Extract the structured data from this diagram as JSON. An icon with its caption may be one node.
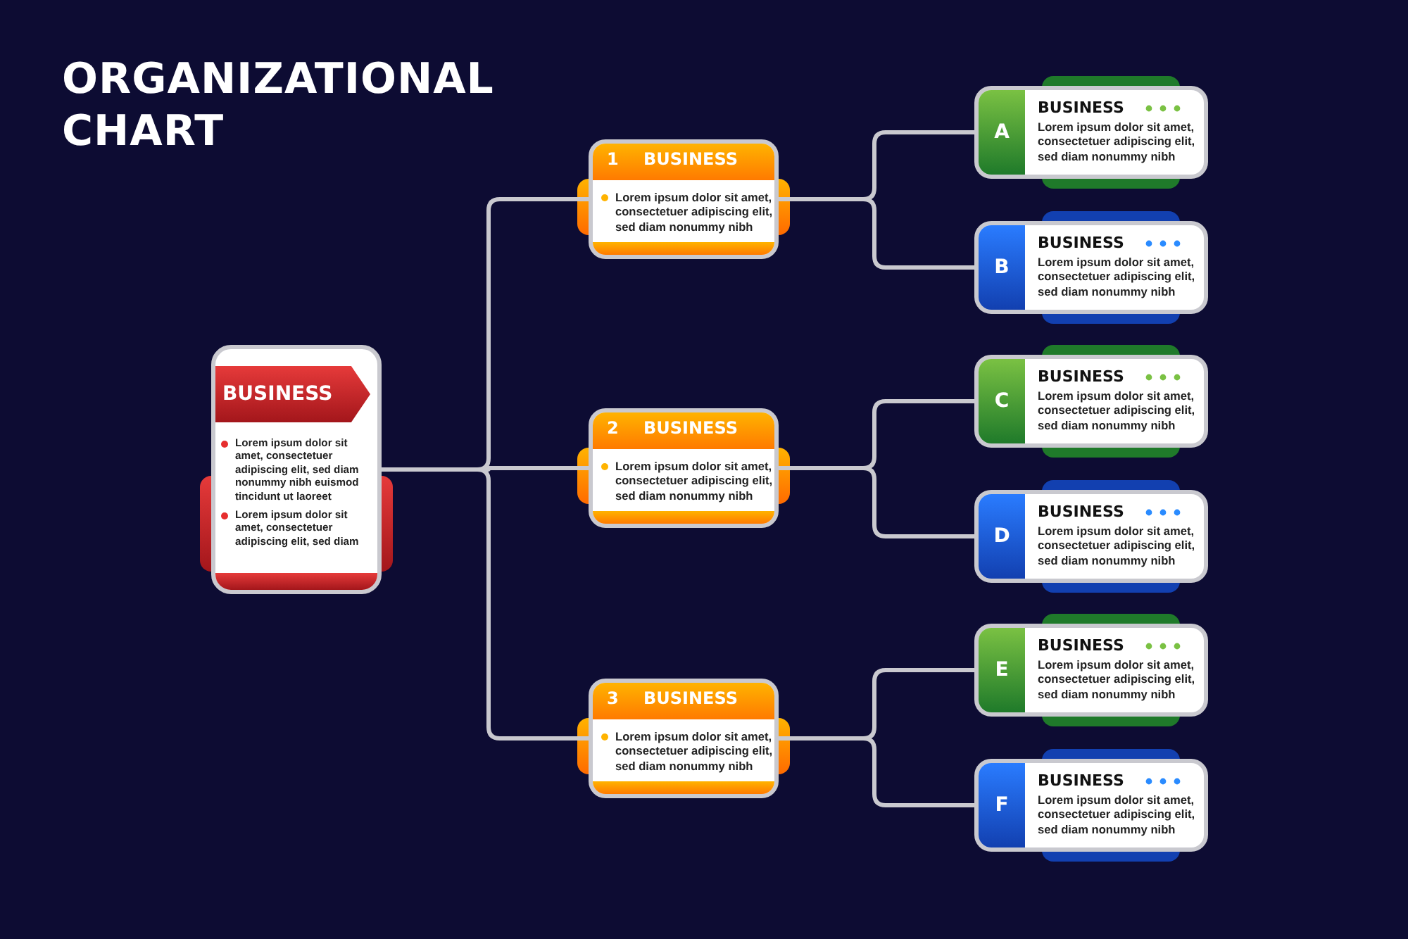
{
  "diagram": {
    "title": "ORGANIZATIONAL CHART",
    "nodes": [
      {
        "text": [
          "BUSINESS",
          "Lorem ipsum dolor sit amet, consectetuer adipiscing elit, sed diam nonummy nibh euismod tincidunt ut laoreet",
          "Lorem ipsum dolor sit amet, consectetuer adipiscing elit, sed diam"
        ]
      },
      {
        "text": [
          "1",
          "BUSINESS",
          "Lorem ipsum dolor sit amet, consectetuer adipiscing elit, sed diam nonummy nibh"
        ]
      },
      {
        "text": [
          "2",
          "BUSINESS",
          "Lorem ipsum dolor sit amet, consectetuer adipiscing elit, sed diam nonummy nibh"
        ]
      },
      {
        "text": [
          "3",
          "BUSINESS",
          "Lorem ipsum dolor sit amet, consectetuer adipiscing elit, sed diam nonummy nibh"
        ]
      },
      {
        "text": [
          "A",
          "BUSINESS",
          "Lorem ipsum dolor sit amet, consectetuer adipiscing elit, sed diam nonummy nibh"
        ]
      },
      {
        "text": [
          "B",
          "BUSINESS",
          "Lorem ipsum dolor sit amet, consectetuer adipiscing elit, sed diam nonummy nibh"
        ]
      },
      {
        "text": [
          "C",
          "BUSINESS",
          "Lorem ipsum dolor sit amet, consectetuer adipiscing elit, sed diam nonummy nibh"
        ]
      },
      {
        "text": [
          "D",
          "BUSINESS",
          "Lorem ipsum dolor sit amet, consectetuer adipiscing elit, sed diam nonummy nibh"
        ]
      },
      {
        "text": [
          "E",
          "BUSINESS",
          "Lorem ipsum dolor sit amet, consectetuer adipiscing elit, sed diam nonummy nibh"
        ]
      },
      {
        "text": [
          "F",
          "BUSINESS",
          "Lorem ipsum dolor sit amet, consectetuer adipiscing elit, sed diam nonummy nibh"
        ]
      }
    ],
    "edges": [
      {
        "from": 0,
        "to": 1,
        "arrow": "none"
      },
      {
        "from": 0,
        "to": 2,
        "arrow": "none"
      },
      {
        "from": 0,
        "to": 3,
        "arrow": "none"
      },
      {
        "from": 1,
        "to": 4,
        "arrow": "none"
      },
      {
        "from": 1,
        "to": 5,
        "arrow": "none"
      },
      {
        "from": 2,
        "to": 6,
        "arrow": "none"
      },
      {
        "from": 2,
        "to": 7,
        "arrow": "none"
      },
      {
        "from": 3,
        "to": 8,
        "arrow": "none"
      },
      {
        "from": 3,
        "to": 9,
        "arrow": "none"
      }
    ]
  }
}
